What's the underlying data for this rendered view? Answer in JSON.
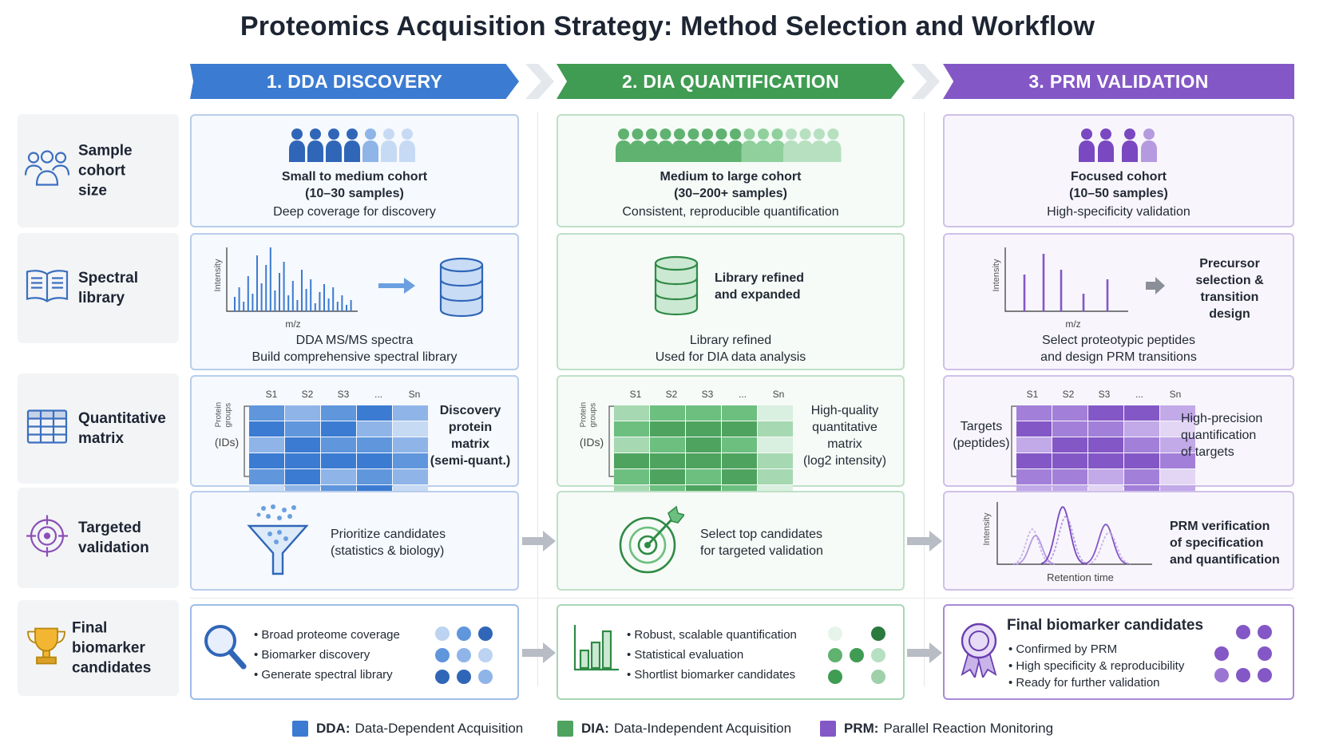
{
  "title": "Proteomics Acquisition Strategy: Method Selection and Workflow",
  "banners": [
    "1. DDA DISCOVERY",
    "2. DIA QUANTIFICATION",
    "3. PRM VALIDATION"
  ],
  "rows": [
    {
      "label_l1": "Sample cohort",
      "label_l2": "size",
      "icon": "people-group-icon"
    },
    {
      "label_l1": "Spectral",
      "label_l2": "library",
      "icon": "open-book-icon"
    },
    {
      "label_l1": "Quantitative",
      "label_l2": "matrix",
      "icon": "table-grid-icon"
    },
    {
      "label_l1": "Targeted",
      "label_l2": "validation",
      "icon": "crosshair-target-icon"
    },
    {
      "label_l1": "Final biomarker",
      "label_l2": "candidates",
      "icon": "trophy-icon"
    }
  ],
  "cohort": {
    "dda": {
      "l1": "Small to medium cohort",
      "l2": "(10–30 samples)",
      "l3": "Deep coverage for discovery"
    },
    "dia": {
      "l1": "Medium to large cohort",
      "l2": "(30–200+ samples)",
      "l3": "Consistent, reproducible quantification"
    },
    "prm": {
      "l1": "Focused cohort",
      "l2": "(10–50 samples)",
      "l3": "High-specificity validation"
    }
  },
  "library": {
    "axis_intensity": "Intensity",
    "axis_mz": "m/z",
    "dda": {
      "l1": "DDA MS/MS spectra",
      "l2": "Build comprehensive spectral library"
    },
    "dia": {
      "h1": "Library refined",
      "h2": "and expanded",
      "l1": "Library refined",
      "l2": "Used for DIA data analysis"
    },
    "prm": {
      "h1": "Precursor",
      "h2": "selection &",
      "h3": "transition",
      "h4": "design",
      "l1": "Select proteotypic peptides",
      "l2": "and design PRM transitions"
    }
  },
  "matrix": {
    "cols": [
      "S1",
      "S2",
      "S3",
      "...",
      "Sn"
    ],
    "row_label_rot1": "Protein",
    "row_label_rot2": "groups",
    "ids_label": "(IDs)",
    "dda": {
      "l1": "Discovery",
      "l2": "protein",
      "l3": "matrix",
      "l4": "(semi-quant.)"
    },
    "dia": {
      "l1": "High-quality",
      "l2": "quantitative",
      "l3": "matrix",
      "l4": "(log2 intensity)"
    },
    "prm": {
      "targets1": "Targets",
      "targets2": "(peptides)",
      "l1": "High-precision",
      "l2": "quantification",
      "l3": "of targets"
    }
  },
  "targeted": {
    "dda": {
      "l1": "Prioritize candidates",
      "l2": "(statistics & biology)"
    },
    "dia": {
      "l1": "Select top candidates",
      "l2": "for targeted validation"
    },
    "prm": {
      "axis_intensity": "Intensity",
      "axis_rt": "Retention time",
      "l1": "PRM verification",
      "l2": "of specification",
      "l3": "and quantification"
    }
  },
  "final": {
    "dda": [
      "• Broad proteome coverage",
      "• Biomarker discovery",
      "• Generate spectral library"
    ],
    "dia": [
      "• Robust, scalable quantification",
      "• Statistical evaluation",
      "• Shortlist biomarker candidates"
    ],
    "prm_title": "Final biomarker candidates",
    "prm": [
      "• Confirmed by PRM",
      "• High specificity & reproducibility",
      "• Ready for further validation"
    ]
  },
  "legend": [
    {
      "abbr": "DDA:",
      "text": "Data-Dependent Acquisition",
      "color": "#3b7bd2"
    },
    {
      "abbr": "DIA:",
      "text": "Data-Independent Acquisition",
      "color": "#4ea35f"
    },
    {
      "abbr": "PRM:",
      "text": "Parallel Reaction Monitoring",
      "color": "#8457c6"
    }
  ],
  "colors": {
    "dda": "#3b7bd2",
    "dia": "#3f9c52",
    "prm": "#8457c6"
  }
}
